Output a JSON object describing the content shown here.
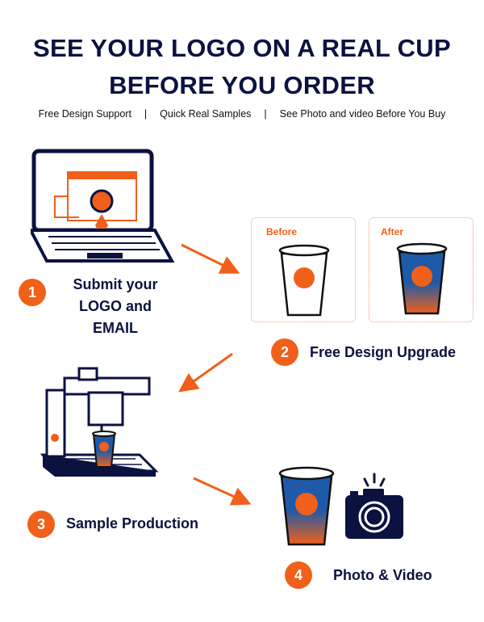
{
  "header": {
    "title_line1": "SEE YOUR LOGO ON A REAL CUP",
    "title_line2": "BEFORE YOU ORDER",
    "features": [
      "Free Design Support",
      "Quick Real Samples",
      "See Photo and video Before You Buy"
    ],
    "separator": "|"
  },
  "steps": [
    {
      "number": "1",
      "label_line1": "Submit your",
      "label_line2": "LOGO and EMAIL"
    },
    {
      "number": "2",
      "label": "Free Design Upgrade",
      "before_label": "Before",
      "after_label": "After"
    },
    {
      "number": "3",
      "label": "Sample Production"
    },
    {
      "number": "4",
      "label": "Photo & Video"
    }
  ],
  "colors": {
    "navy": "#0b1240",
    "orange": "#f0601a",
    "blue": "#1f5aa8"
  }
}
